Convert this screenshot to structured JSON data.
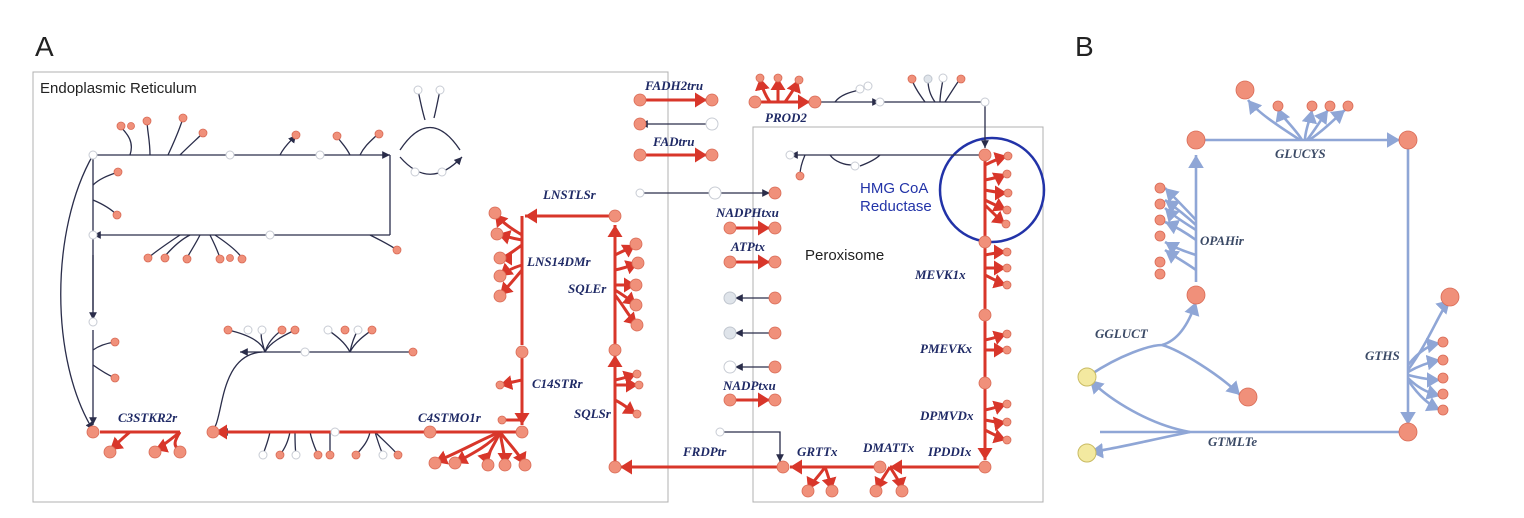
{
  "panels": {
    "a": "A",
    "b": "B"
  },
  "compartments": {
    "er": "Endoplasmic Reticulum",
    "perox": "Peroxisome"
  },
  "annotation": {
    "line1": "HMG CoA",
    "line2": "Reductase"
  },
  "reactions_a": {
    "fadh2tru": "FADH2tru",
    "fadtru": "FADtru",
    "prod2": "PROD2",
    "lnstlsr": "LNSTLSr",
    "nadphtxu": "NADPHtxu",
    "lns14dmr": "LNS14DMr",
    "atptx": "ATPtx",
    "sqler": "SQLEr",
    "mevk1x": "MEVK1x",
    "pmevkx": "PMEVKx",
    "c14strr": "C14STRr",
    "nadptxu": "NADPtxu",
    "sqlsr": "SQLSr",
    "dpmvdx": "DPMVDx",
    "c3stkr2r": "C3STKR2r",
    "c4stmo1r": "C4STMO1r",
    "frdptr": "FRDPtr",
    "grttx": "GRTTx",
    "dmattx": "DMATTx",
    "ipddix": "IPDDIx"
  },
  "reactions_b": {
    "glucys": "GLUCYS",
    "opahir": "OPAHir",
    "ggluct": "GGLUCT",
    "gths": "GTHS",
    "gtmlte": "GTMLTe"
  },
  "colors": {
    "active_flux": "#d8362a",
    "inactive_flux": "#2a2d4a",
    "panel_b_flux": "#8fa6d6",
    "metabolite": "#f0907a",
    "annotation": "#2233a8"
  }
}
